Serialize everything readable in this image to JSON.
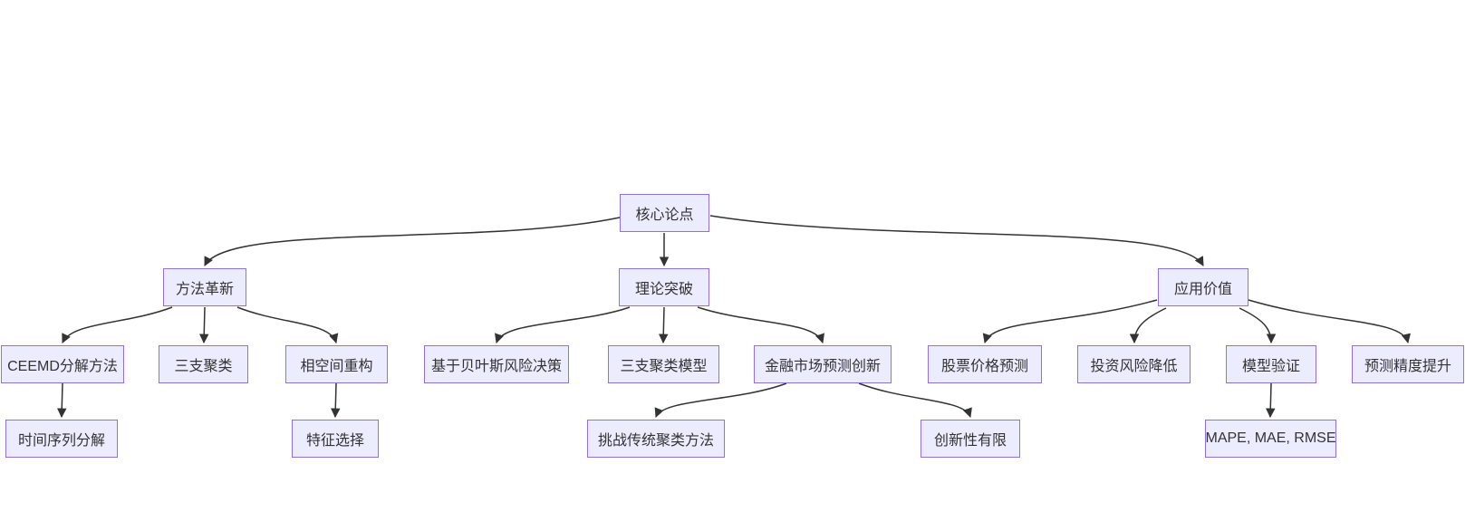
{
  "diagram": {
    "type": "flowchart",
    "direction": "top-down",
    "background": "#ffffff",
    "node_style": {
      "fill": "#ECECFF",
      "border": "#9370DB",
      "text_color": "#333333"
    },
    "edge_color": "#333333",
    "nodes": [
      {
        "id": "core-thesis",
        "label": "核心论点"
      },
      {
        "id": "method-innovation",
        "label": "方法革新"
      },
      {
        "id": "theory-breakthrough",
        "label": "理论突破"
      },
      {
        "id": "application-value",
        "label": "应用价值"
      },
      {
        "id": "ceemd-decomposition",
        "label": "CEEMD分解方法"
      },
      {
        "id": "three-way-clustering",
        "label": "三支聚类"
      },
      {
        "id": "phase-space-reconstruction",
        "label": "相空间重构"
      },
      {
        "id": "bayesian-risk-decision",
        "label": "基于贝叶斯风险决策"
      },
      {
        "id": "three-way-clustering-model",
        "label": "三支聚类模型"
      },
      {
        "id": "financial-market-forecast-innovation",
        "label": "金融市场预测创新"
      },
      {
        "id": "stock-price-prediction",
        "label": "股票价格预测"
      },
      {
        "id": "investment-risk-reduction",
        "label": "投资风险降低"
      },
      {
        "id": "model-validation",
        "label": "模型验证"
      },
      {
        "id": "forecast-accuracy-improvement",
        "label": "预测精度提升"
      },
      {
        "id": "time-series-decomposition",
        "label": "时间序列分解"
      },
      {
        "id": "feature-selection",
        "label": "特征选择"
      },
      {
        "id": "challenge-traditional-clustering",
        "label": "挑战传统聚类方法"
      },
      {
        "id": "limited-novelty",
        "label": "创新性有限"
      },
      {
        "id": "error-metrics",
        "label": "MAPE, MAE, RMSE"
      }
    ],
    "edges": [
      {
        "from": "core-thesis",
        "to": "method-innovation"
      },
      {
        "from": "core-thesis",
        "to": "theory-breakthrough"
      },
      {
        "from": "core-thesis",
        "to": "application-value"
      },
      {
        "from": "method-innovation",
        "to": "ceemd-decomposition"
      },
      {
        "from": "method-innovation",
        "to": "three-way-clustering"
      },
      {
        "from": "method-innovation",
        "to": "phase-space-reconstruction"
      },
      {
        "from": "theory-breakthrough",
        "to": "bayesian-risk-decision"
      },
      {
        "from": "theory-breakthrough",
        "to": "three-way-clustering-model"
      },
      {
        "from": "theory-breakthrough",
        "to": "financial-market-forecast-innovation"
      },
      {
        "from": "application-value",
        "to": "stock-price-prediction"
      },
      {
        "from": "application-value",
        "to": "investment-risk-reduction"
      },
      {
        "from": "application-value",
        "to": "model-validation"
      },
      {
        "from": "application-value",
        "to": "forecast-accuracy-improvement"
      },
      {
        "from": "ceemd-decomposition",
        "to": "time-series-decomposition"
      },
      {
        "from": "phase-space-reconstruction",
        "to": "feature-selection"
      },
      {
        "from": "financial-market-forecast-innovation",
        "to": "challenge-traditional-clustering"
      },
      {
        "from": "financial-market-forecast-innovation",
        "to": "limited-novelty"
      },
      {
        "from": "model-validation",
        "to": "error-metrics"
      }
    ]
  }
}
